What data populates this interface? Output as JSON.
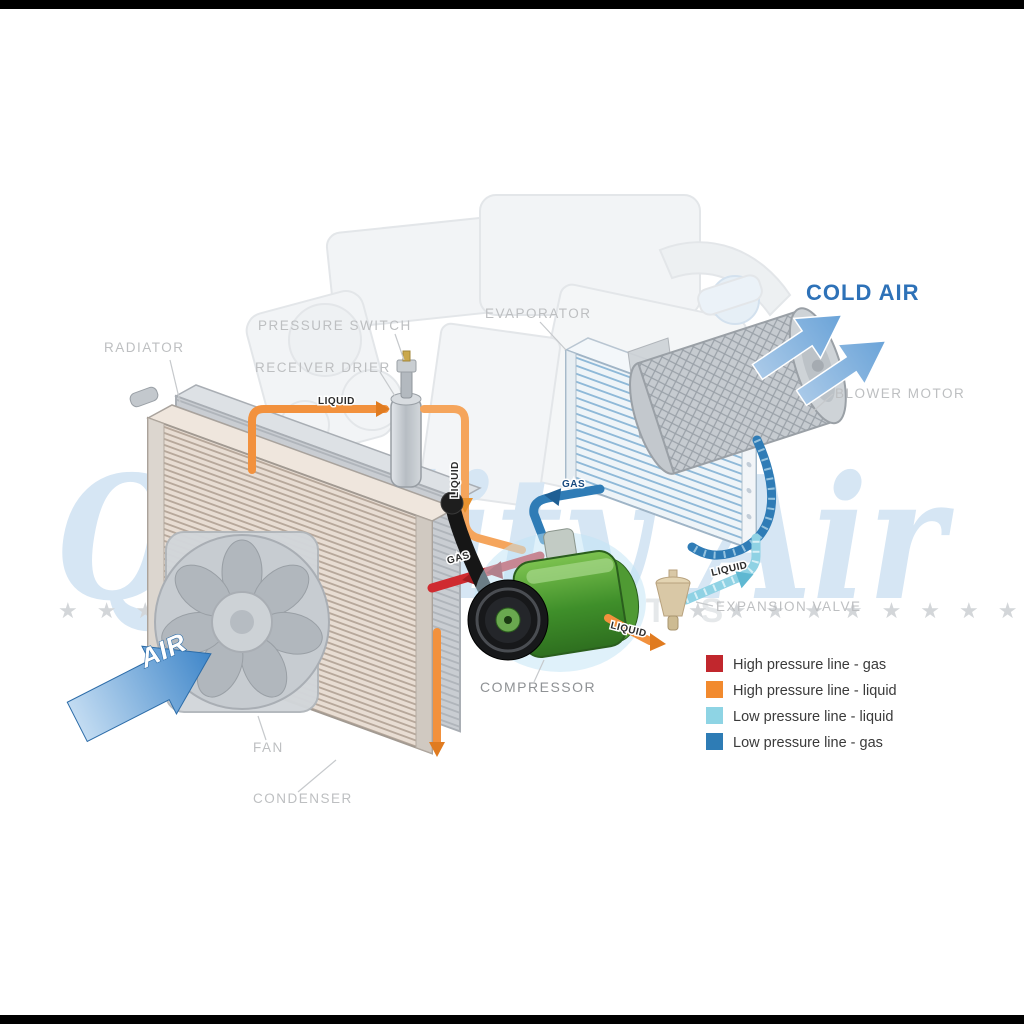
{
  "watermark": {
    "brand": "Quality Air",
    "tagline": "AUTOPARTS",
    "left_stars": "★ ★ ★ ★ ★",
    "right_stars": "★ ★ ★ ★ ★ ★ ★ ★ ★"
  },
  "labels": {
    "radiator": "RADIATOR",
    "pressure_switch": "PRESSURE SWITCH",
    "receiver_drier": "RECEIVER DRIER",
    "evaporator": "EVAPORATOR",
    "cold_air": "COLD AIR",
    "blower_motor": "BLOWER MOTOR",
    "expansion_valve": "EXPANSION VALVE",
    "compressor": "COMPRESSOR",
    "fan": "FAN",
    "condenser": "CONDENSER",
    "air": "AIR"
  },
  "pipe_labels": {
    "liquid_to_drier": "LIQUID",
    "liquid_down": "LIQUID",
    "gas_to_compressor": "GAS",
    "gas_to_condenser": "GAS",
    "liquid_to_evaporator": "LIQUID",
    "liquid_to_expansion_valve": "LIQUID"
  },
  "legend": {
    "items": [
      {
        "color": "#c1272d",
        "label": "High pressure line - gas"
      },
      {
        "color": "#f28a2e",
        "label": "High pressure line - liquid"
      },
      {
        "color": "#8ed4e4",
        "label": "Low pressure line - liquid"
      },
      {
        "color": "#2e7cb5",
        "label": "Low pressure line -  gas"
      }
    ]
  },
  "colors": {
    "high_pressure_gas": "#cf2b30",
    "high_pressure_liquid": "#f2913d",
    "high_pressure_liquid_light": "#f5a55c",
    "low_pressure_liquid": "#8fd2e4",
    "low_pressure_gas": "#2f7cb6",
    "cold_air_text": "#2e72b8"
  }
}
